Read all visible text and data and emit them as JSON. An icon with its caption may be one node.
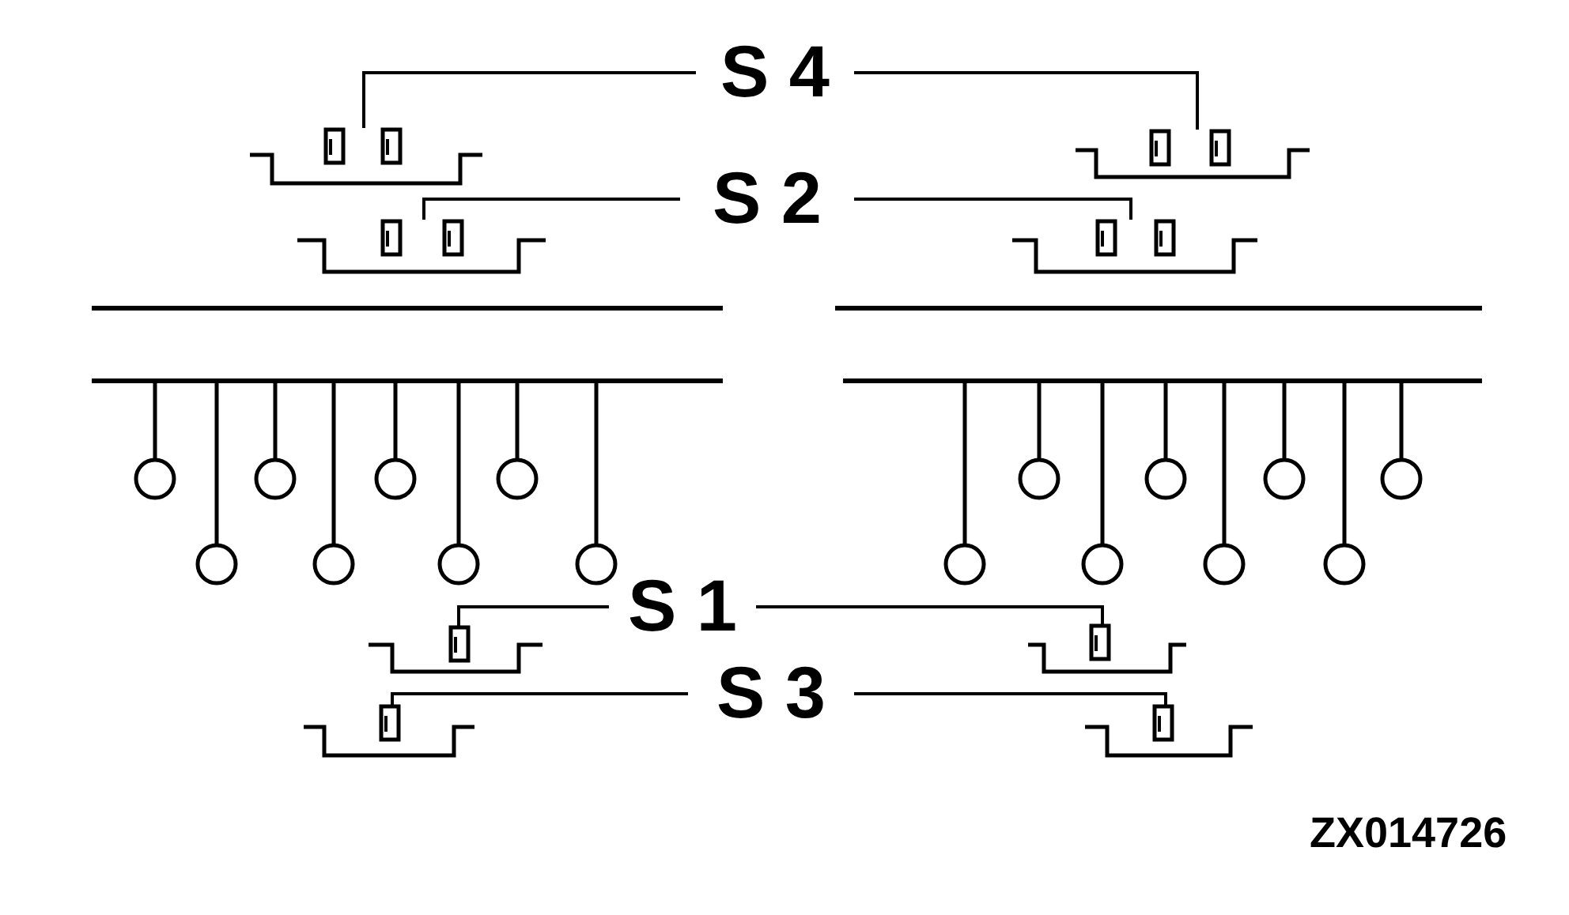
{
  "diagram": {
    "nodes": [
      {
        "text": [
          "S 4"
        ]
      },
      {
        "text": [],
        "shape": "box"
      },
      {
        "text": [],
        "shape": "box"
      },
      {
        "text": [
          "S 2"
        ]
      },
      {
        "text": [],
        "shape": "box"
      },
      {
        "text": [],
        "shape": "box"
      },
      {
        "text": [
          "S 1"
        ]
      },
      {
        "text": [],
        "shape": "box"
      },
      {
        "text": [],
        "shape": "box"
      },
      {
        "text": [
          "S 3"
        ]
      },
      {
        "text": [],
        "shape": "box"
      },
      {
        "text": [],
        "shape": "box"
      }
    ],
    "edges": [
      {
        "from": 0,
        "to": 1,
        "arrow": "none"
      },
      {
        "from": 0,
        "to": 2,
        "arrow": "none"
      },
      {
        "from": 3,
        "to": 4,
        "arrow": "none"
      },
      {
        "from": 3,
        "to": 5,
        "arrow": "none"
      },
      {
        "from": 6,
        "to": 7,
        "arrow": "none"
      },
      {
        "from": 6,
        "to": 8,
        "arrow": "none"
      },
      {
        "from": 9,
        "to": 10,
        "arrow": "none"
      },
      {
        "from": 9,
        "to": 11,
        "arrow": "none"
      }
    ],
    "labels": [
      "ZX014726"
    ]
  }
}
